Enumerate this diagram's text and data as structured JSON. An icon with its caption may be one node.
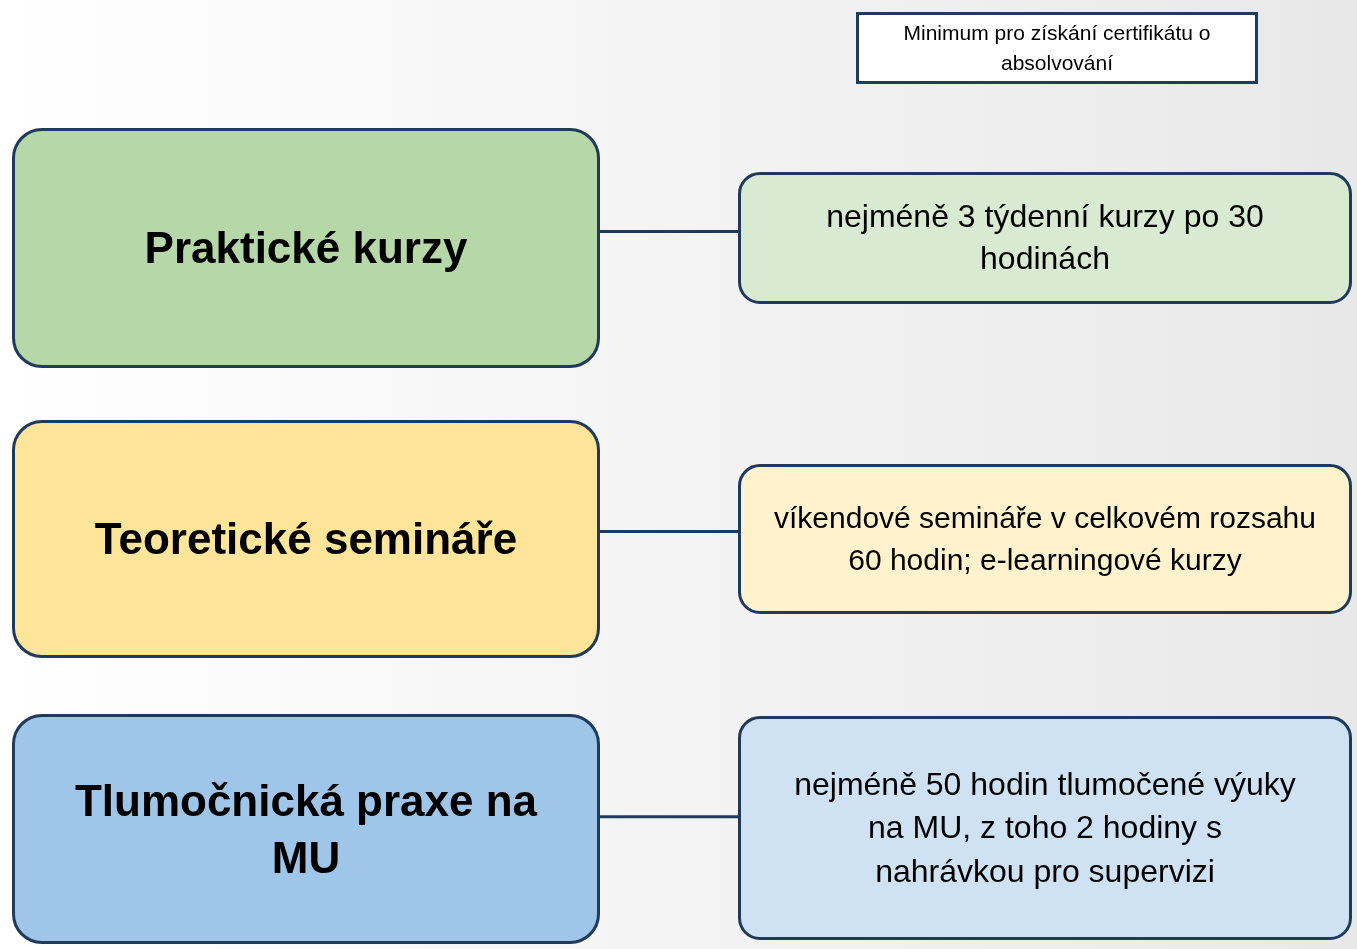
{
  "diagram": {
    "nodes": [
      {
        "text": [
          "Minimum pro získání certifikátu o absolvování"
        ]
      },
      {
        "text": [
          "Praktické kurzy"
        ]
      },
      {
        "text": [
          "nejméně 3 týdenní kurzy po 30 hodinách"
        ]
      },
      {
        "text": [
          "Teoretické semináře"
        ]
      },
      {
        "text": [
          "víkendové semináře v celkovém rozsahu 60 hodin; e-learningové kurzy"
        ]
      },
      {
        "text": [
          "Tlumočnická praxe na MU"
        ]
      },
      {
        "text": [
          "nejméně 50 hodin tlumočené výuky na MU, z toho 2 hodiny s nahrávkou pro supervizi"
        ]
      }
    ],
    "edges": [
      {
        "from": 1,
        "to": 2,
        "arrow": "none"
      },
      {
        "from": 3,
        "to": 4,
        "arrow": "none"
      },
      {
        "from": 5,
        "to": 6,
        "arrow": "none"
      }
    ]
  }
}
